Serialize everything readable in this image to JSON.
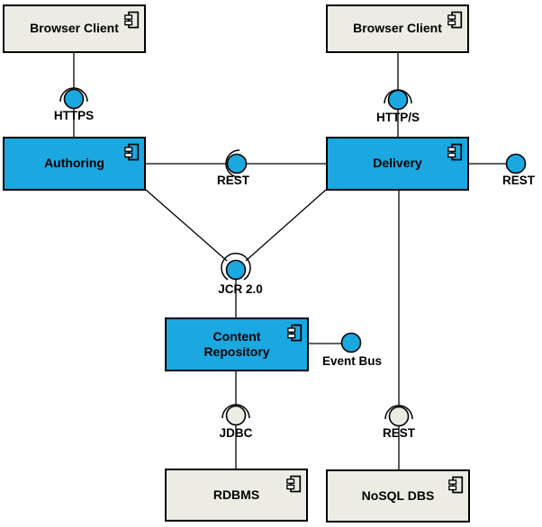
{
  "nodes": {
    "browser_client_left": {
      "label": "Browser Client"
    },
    "browser_client_right": {
      "label": "Browser Client"
    },
    "authoring": {
      "label": "Authoring"
    },
    "delivery": {
      "label": "Delivery"
    },
    "content_repository": {
      "label": "Content Repository"
    },
    "rdbms": {
      "label": "RDBMS"
    },
    "nosql_dbs": {
      "label": "NoSQL DBS"
    }
  },
  "interfaces": {
    "https": {
      "label": "HTTPS"
    },
    "http_s": {
      "label": "HTTP/S"
    },
    "rest_mid": {
      "label": "REST"
    },
    "rest_right": {
      "label": "REST"
    },
    "jcr": {
      "label": "JCR 2.0"
    },
    "event_bus": {
      "label": "Event Bus"
    },
    "jdbc": {
      "label": "JDBC"
    },
    "rest_bottom": {
      "label": "REST"
    }
  },
  "colors": {
    "component_fill_blue": "#1BA7E0",
    "component_fill_gray": "#EDECE4",
    "interface_ball_blue": "#1BA7E0",
    "interface_ball_gray": "#EDECE4",
    "outline": "#000000",
    "background": "#FFFFFF"
  }
}
